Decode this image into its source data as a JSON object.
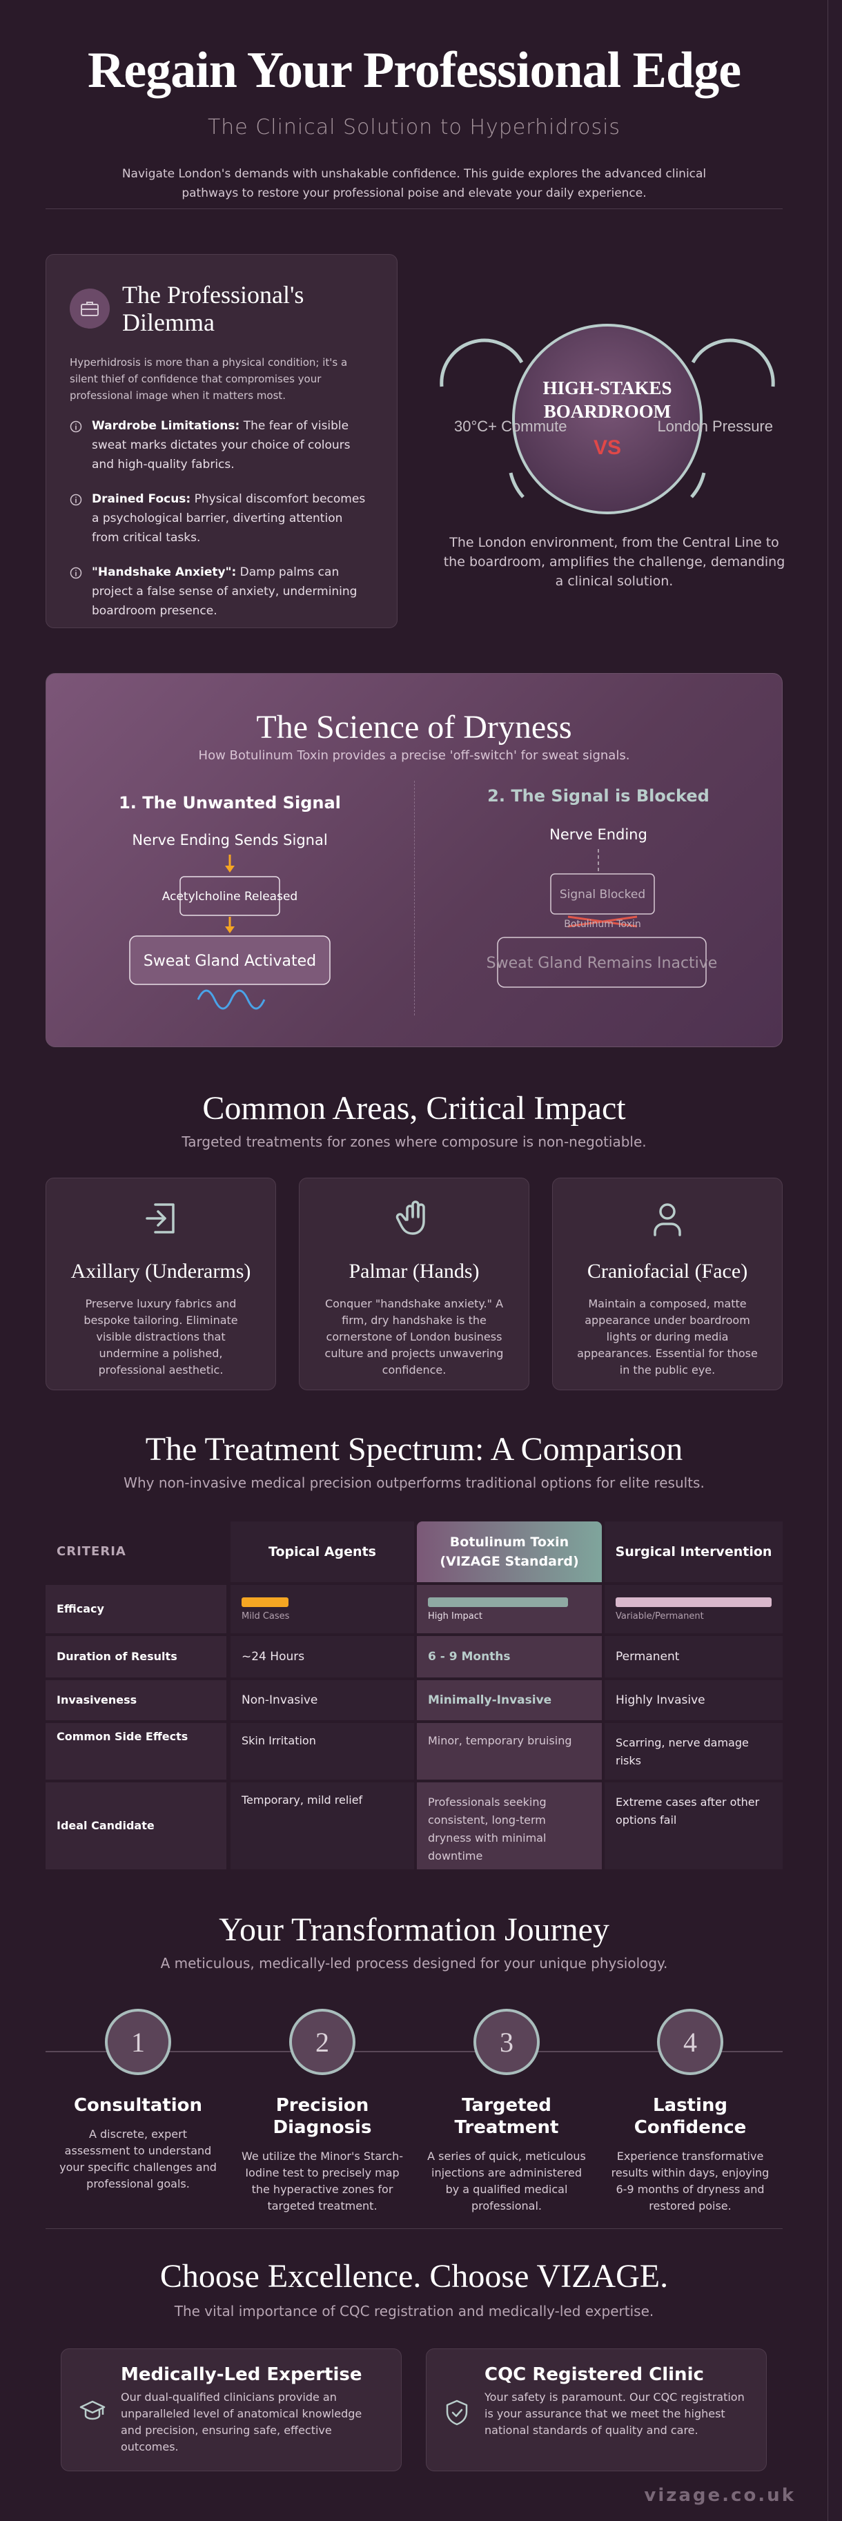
{
  "hero": {
    "title": "Regain Your Professional Edge",
    "subtitle": "The Clinical Solution to Hyperhidrosis",
    "intro": "Navigate London's demands with unshakable confidence. This guide explores the advanced clinical pathways to restore your professional poise and elevate your daily experience."
  },
  "dilemma": {
    "title": "The Professional's Dilemma",
    "lead": "Hyperhidrosis is more than a physical condition; it's a silent thief of confidence that compromises your professional image when it matters most.",
    "items": [
      {
        "bold": "Wardrobe Limitations:",
        "text": " The fear of visible sweat marks dictates your choice of colours and high-quality fabrics."
      },
      {
        "bold": "Drained Focus:",
        "text": " Physical discomfort becomes a psychological barrier, diverting attention from critical tasks."
      },
      {
        "bold": "\"Handshake Anxiety\":",
        "text": " Damp palms can project a false sense of anxiety, undermining boardroom presence."
      }
    ]
  },
  "pressure": {
    "left_label": "30°C+ Commute",
    "right_label": "London Pressure",
    "center_line1": "HIGH-STAKES",
    "center_line2": "BOARDROOM",
    "vs": "VS",
    "caption": "The London environment, from the Central Line to the boardroom, amplifies the challenge, demanding a clinical solution."
  },
  "science": {
    "title": "The Science of Dryness",
    "subtitle": "How Botulinum Toxin provides a precise 'off-switch' for sweat signals.",
    "left": {
      "heading": "1. The Unwanted Signal",
      "nerve": "Nerve Ending Sends Signal",
      "chem": "Acetylcholine Released",
      "gland": "Sweat Gland Activated"
    },
    "right": {
      "heading": "2. The Signal is Blocked",
      "nerve": "Nerve Ending",
      "blocked": "Signal Blocked",
      "toxin": "Botulinum Toxin",
      "gland": "Sweat Gland Remains Inactive"
    }
  },
  "areas": {
    "title": "Common Areas, Critical Impact",
    "subtitle": "Targeted treatments for zones where composure is non-negotiable.",
    "items": [
      {
        "title": "Axillary (Underarms)",
        "text": "Preserve luxury fabrics and bespoke tailoring. Eliminate visible distractions that undermine a polished, professional aesthetic.",
        "icon": "sign-in-arrow-icon"
      },
      {
        "title": "Palmar (Hands)",
        "text": "Conquer \"handshake anxiety.\" A firm, dry handshake is the cornerstone of London business culture and projects unwavering confidence.",
        "icon": "hand-icon"
      },
      {
        "title": "Craniofacial (Face)",
        "text": "Maintain a composed, matte appearance under boardroom lights or during media appearances. Essential for those in the public eye.",
        "icon": "person-icon"
      }
    ]
  },
  "comparison": {
    "title": "The Treatment Spectrum: A Comparison",
    "subtitle": "Why non-invasive medical precision outperforms traditional options for elite results.",
    "headers": [
      "CRITERIA",
      "Topical Agents",
      "Botulinum Toxin (VIZAGE Standard)",
      "Surgical Intervention"
    ],
    "rows": [
      {
        "criteria": "Efficacy",
        "c1": "Mild Cases",
        "c2": "High Impact",
        "c3": "Variable/Permanent"
      },
      {
        "criteria": "Duration of Results",
        "c1": "~24 Hours",
        "c2": "6 - 9 Months",
        "c3": "Permanent"
      },
      {
        "criteria": "Invasiveness",
        "c1": "Non-Invasive",
        "c2": "Minimally-Invasive",
        "c3": "Highly Invasive"
      },
      {
        "criteria": "Common Side Effects",
        "c1": "Skin Irritation",
        "c2": "Minor, temporary bruising",
        "c3": "Scarring, nerve damage risks"
      },
      {
        "criteria": "Ideal Candidate",
        "c1": "Temporary, mild relief",
        "c2": "Professionals seeking consistent, long-term dryness with minimal downtime",
        "c3": "Extreme cases after other options fail"
      }
    ],
    "efficacy_fill": [
      0.3,
      0.9,
      1.0
    ],
    "colors": {
      "topical": "#f5a623",
      "botox": "#8fa9a3",
      "surgical": "#d9b8cc"
    }
  },
  "journey": {
    "title": "Your Transformation Journey",
    "subtitle": "A meticulous, medically-led process designed for your unique physiology.",
    "steps": [
      {
        "num": "1",
        "title": "Consultation",
        "text": "A discrete, expert assessment to understand your specific challenges and professional goals."
      },
      {
        "num": "2",
        "title": "Precision Diagnosis",
        "text": "We utilize the Minor's Starch-Iodine test to precisely map the hyperactive zones for targeted treatment."
      },
      {
        "num": "3",
        "title": "Targeted Treatment",
        "text": "A series of quick, meticulous injections are administered by a qualified medical professional."
      },
      {
        "num": "4",
        "title": "Lasting Confidence",
        "text": "Experience transformative results within days, enjoying 6-9 months of dryness and restored poise."
      }
    ]
  },
  "excellence": {
    "title": "Choose Excellence. Choose VIZAGE.",
    "subtitle": "The vital importance of CQC registration and medically-led expertise.",
    "features": [
      {
        "title": "Medically-Led Expertise",
        "text": "Our dual-qualified clinicians provide an unparalleled level of anatomical knowledge and precision, ensuring safe, effective outcomes.",
        "icon": "graduation-cap-icon"
      },
      {
        "title": "CQC Registered Clinic",
        "text": "Your safety is paramount. Our CQC registration is your assurance that we meet the highest national standards of quality and care.",
        "icon": "shield-check-icon"
      }
    ]
  },
  "footer": {
    "brand": "vizage.co.uk"
  }
}
